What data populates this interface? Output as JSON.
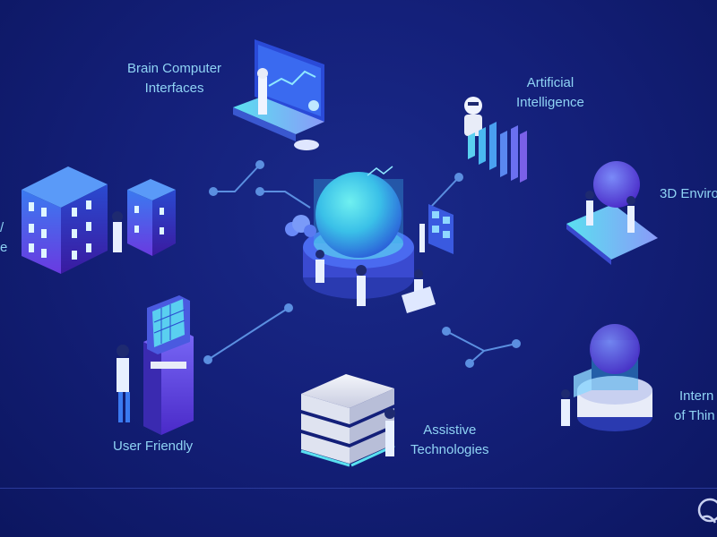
{
  "colors": {
    "background": "#14207a",
    "label": "#8fd3f4",
    "connector": "#5b8fe0",
    "accent_cyan": "#3ee0e6",
    "accent_blue": "#4a6cf0",
    "accent_purple": "#6a4ae0"
  },
  "labels": {
    "brain_computer": [
      "Brain Computer",
      "Interfaces"
    ],
    "artificial_intelligence": [
      "Artificial",
      "Intelligence"
    ],
    "environments_3d": [
      "3D Enviro"
    ],
    "city_partial": [
      "/",
      "e"
    ],
    "user_friendly": [
      "User Friendly"
    ],
    "assistive": [
      "Assistive",
      "Technologies"
    ],
    "iot": [
      "Intern",
      "of Thin"
    ]
  }
}
